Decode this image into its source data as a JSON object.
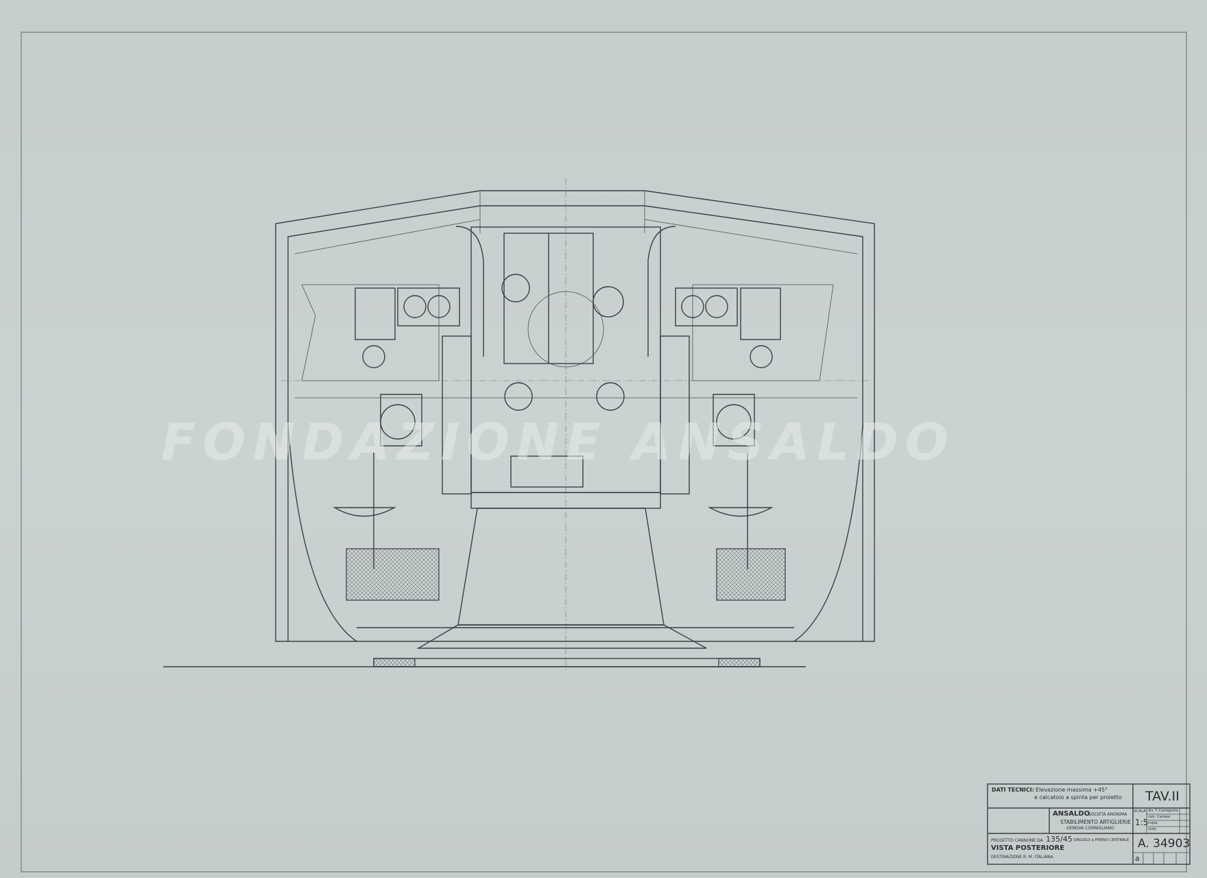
{
  "watermark": "FONDAZIONE ANSALDO",
  "title_block": {
    "dati_tecnici_label": "DATI TECNICI:",
    "dati_tecnici_line1": "Elevazione massima +45°",
    "dati_tecnici_line2": "e calcatoio a spinta per proietto",
    "sheet": "TAV.II",
    "company": "ANSALDO",
    "company_type": "SOCIETÀ ANONIMA",
    "plant": "STABILIMENTO ARTIGLIERIE",
    "location": "GENOVA CORNIGLIANO",
    "scale_label": "SCALA",
    "scale_value": "1:5",
    "sign_rows": [
      "dis. F. Castagnola",
      "calc. Canepa",
      "copia",
      "visto"
    ],
    "project_prefix": "PROGETTO CANNONE DA",
    "caliber": "135/45",
    "project_suffix": "SINGOLO a PERNO CENTRALE",
    "view_title": "VISTA POSTERIORE",
    "destination": "DESTINAZIONE  R. M. ITALIANA",
    "drawing_number": "A. 34903",
    "revision": "a"
  }
}
